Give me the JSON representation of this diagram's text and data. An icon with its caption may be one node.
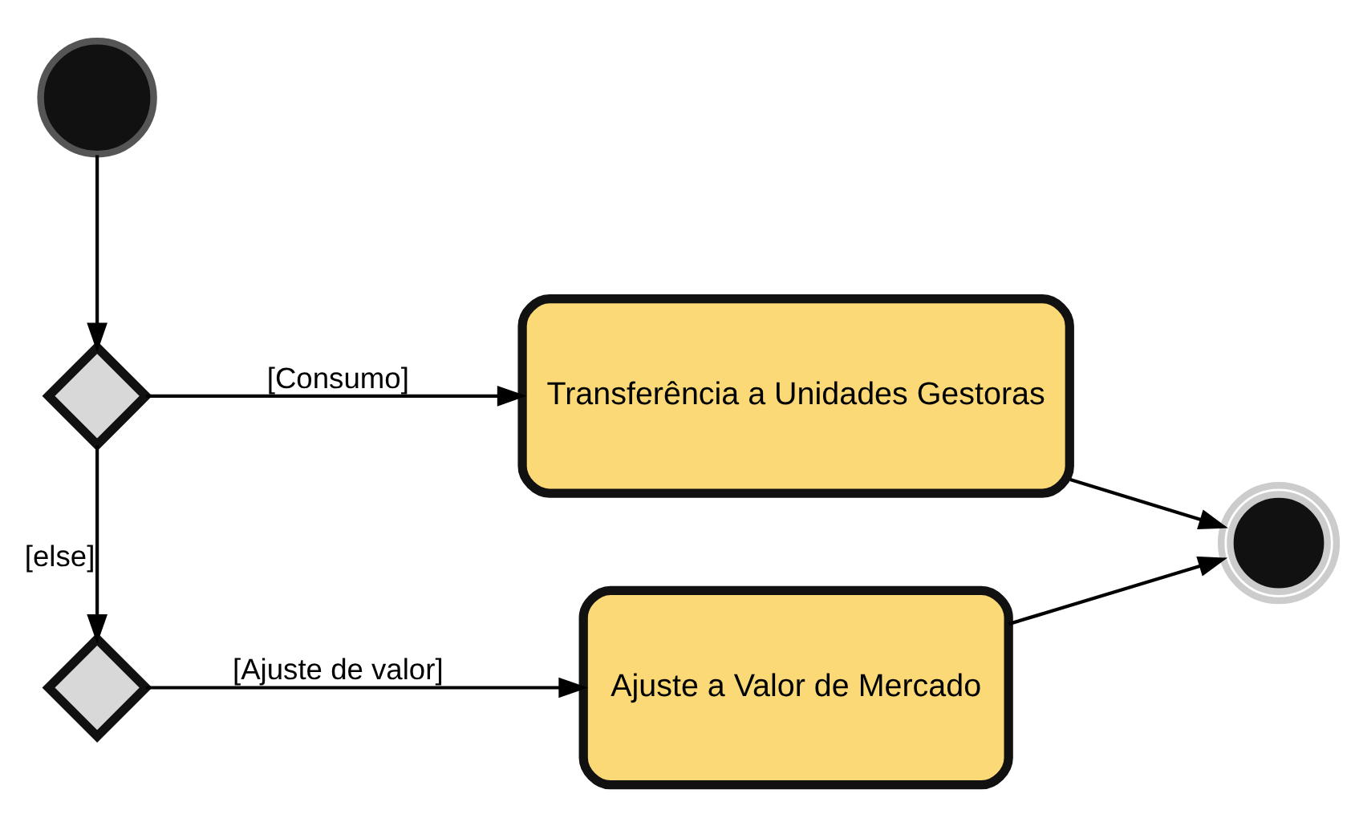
{
  "diagram": {
    "nodes": [
      {
        "text": [],
        "shape": "circle"
      },
      {
        "text": [],
        "shape": "diamond"
      },
      {
        "text": [
          "Transferência a Unidades Gestoras"
        ]
      },
      {
        "text": [],
        "shape": "diamond"
      },
      {
        "text": [
          "Ajuste a Valor de Mercado"
        ]
      },
      {
        "text": [],
        "shape": "circle"
      }
    ],
    "edges": [
      {
        "from": 0,
        "to": 1,
        "arrow": "to"
      },
      {
        "from": 1,
        "to": 2,
        "label": "[Consumo]",
        "arrow": "to"
      },
      {
        "from": 1,
        "to": 3,
        "label": "[else]",
        "arrow": "to"
      },
      {
        "from": 3,
        "to": 4,
        "label": "[Ajuste de valor]",
        "arrow": "to"
      },
      {
        "from": 2,
        "to": 5,
        "arrow": "to"
      },
      {
        "from": 4,
        "to": 5,
        "arrow": "to"
      }
    ]
  }
}
